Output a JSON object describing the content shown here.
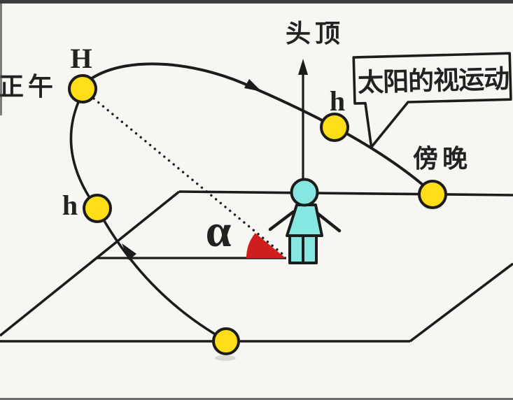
{
  "diagram": {
    "title_meaning": "apparent motion of the sun across the sky",
    "labels": {
      "noon": "正午",
      "zenith": "头顶",
      "evening": "傍晚",
      "callout": "太阳的视运动",
      "noon_altitude": "H",
      "morning_altitude": "h",
      "afternoon_altitude": "h",
      "elevation_angle": "α"
    },
    "colors": {
      "sun_fill": "#ffdd17",
      "person_fill": "#86e6e2",
      "angle_red": "#cf1e1e",
      "line": "#1c1c1c",
      "background": "#f7f6f3",
      "frame": "#3e3c3d",
      "box_fill": "#f7f6f3",
      "shadow": "#b9b6b4"
    }
  }
}
